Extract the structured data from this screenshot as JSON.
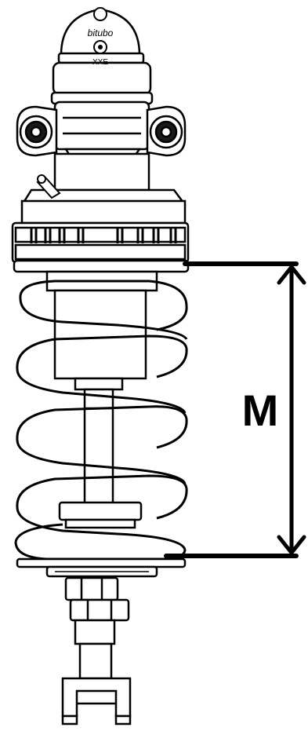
{
  "diagram": {
    "brand_text": "bitubo",
    "model_text": "XXE",
    "measure_label": "M"
  },
  "colors": {
    "ink": "#000000",
    "paper": "#ffffff",
    "shade": "#1a1a1a"
  }
}
